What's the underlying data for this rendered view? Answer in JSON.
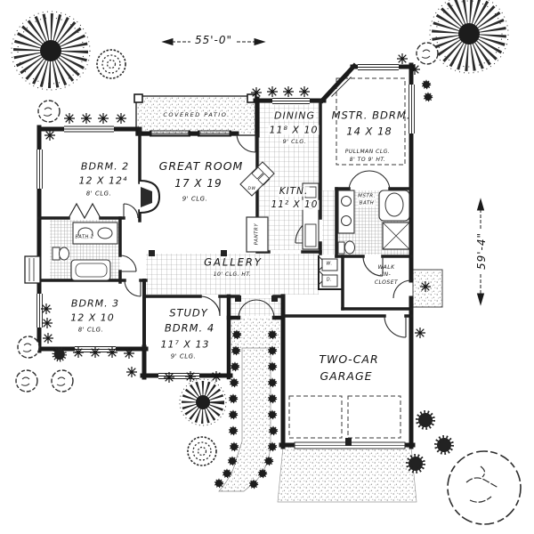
{
  "plan": {
    "overall_dimensions": {
      "width": "55'-0\"",
      "depth": "59'-4\""
    },
    "rooms": {
      "covered_patio": {
        "name": "COVERED PATIO."
      },
      "bdrm2": {
        "name": "BDRM. 2",
        "size": "12 X 12⁴",
        "ceiling": "8' CLG."
      },
      "great_room": {
        "name": "GREAT ROOM",
        "size": "17 X 19",
        "ceiling": "9' CLG."
      },
      "dining": {
        "name": "DINING",
        "size": "11⁸ X 10",
        "ceiling": "9' CLG."
      },
      "mstr_bdrm": {
        "name": "MSTR. BDRM.",
        "size": "14 X 18",
        "ceiling_note_1": "PULLMAN CLG.",
        "ceiling_note_2": "8' TO 9' HT."
      },
      "kitn": {
        "name": "KITN.",
        "size": "11² X 10"
      },
      "gallery": {
        "name": "GALLERY",
        "ceiling": "10' CLG. HT."
      },
      "bdrm3": {
        "name": "BDRM. 3",
        "size": "12 X 10",
        "ceiling": "8' CLG."
      },
      "study": {
        "name_1": "STUDY",
        "name_2": "BDRM. 4",
        "size": "11⁷ X 13",
        "ceiling": "9' CLG."
      },
      "garage": {
        "name_1": "TWO-CAR",
        "name_2": "GARAGE"
      },
      "mstr_bath": {
        "name_1": "MSTR.",
        "name_2": "BATH"
      },
      "walk_in_closet": {
        "name_1": "WALK",
        "name_2": "-IN-",
        "name_3": "CLOSET"
      },
      "bath2": {
        "name": "BATH 2"
      },
      "pantry": {
        "name": "PANTRY"
      },
      "utility": {
        "washer": "W.",
        "dryer": "D."
      },
      "kitchen_labels": {
        "dishwasher": "DW"
      }
    },
    "ink_color": "#1b1b1b"
  }
}
